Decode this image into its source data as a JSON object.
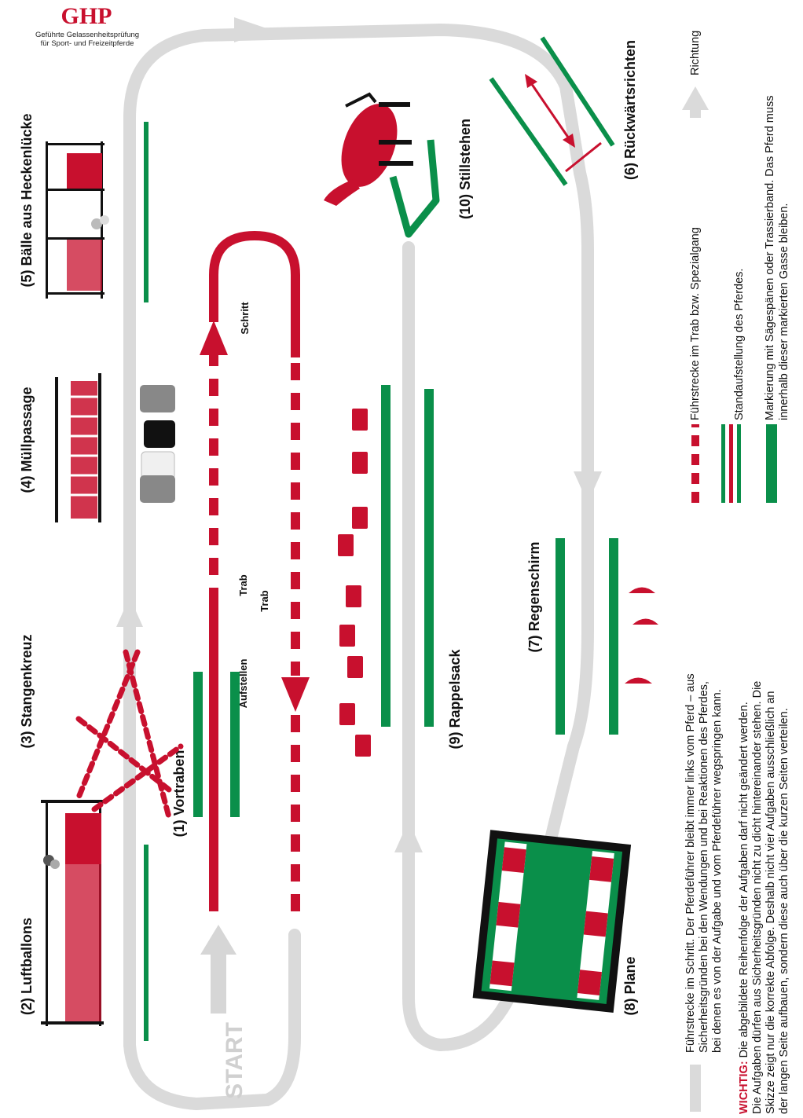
{
  "logo": {
    "title": "GHP",
    "subtitle_line1": "Geführte Gelassenheitsprüfung",
    "subtitle_line2": "für Sport- und Freizeitpferde"
  },
  "stations": {
    "s1": "(1) Vortraben",
    "s2": "(2) Luftballons",
    "s3": "(3) Stangenkreuz",
    "s4": "(4) Müllpassage",
    "s5": "(5) Bälle aus Heckenlücke",
    "s6": "(6) Rückwärtsrichten",
    "s7": "(7) Regenschirm",
    "s8": "(8) Plane",
    "s9": "(9) Rappelsack",
    "s10": "(10)  Stillstehen"
  },
  "path_labels": {
    "start": "START",
    "aufstellen": "Aufstellen",
    "trab1": "Trab",
    "trab2": "Trab",
    "schritt": "Schritt"
  },
  "legend": {
    "richtung": "Richtung",
    "trab": "Führstrecke im Trab bzw. Spezialgang",
    "stand": "Standaufstellung des Pferdes.",
    "markierung_line1": "Markierung mit Sägespänen oder Trassierband. Das Pferd muss",
    "markierung_line2": "innerhalb dieser markierten Gasse bleiben.",
    "schritt_line1": "Führstrecke im Schritt. Der Pferdeführer bleibt immer links vom Pferd – aus",
    "schritt_line2": "Sicherheitsgründen bei den Wendungen und bei Reaktionen des Pferdes,",
    "schritt_line3": "bei denen es von der Aufgabe und vom Pferdeführer wegspringen kann."
  },
  "warning": {
    "prefix": "WICHTIG:",
    "line1": " Die abgebildete Reihenfolge der Aufgaben darf nicht geändert werden.",
    "line2": "Die Aufgaben dürfen aus Sicherheitsgründen nicht zu dicht hintereinander stehen. Die",
    "line3": "Skizze zeigt nur die korrekte Abfolge. Deshalb nicht vier Aufgaben ausschließlich an",
    "line4": "der langen Seite aufbauen, sondern diese auch über die kurzen Seiten verteilen."
  },
  "colors": {
    "red": "#c8102e",
    "green": "#0a8f4a",
    "grey": "#d9d9d9",
    "dark": "#111111"
  }
}
